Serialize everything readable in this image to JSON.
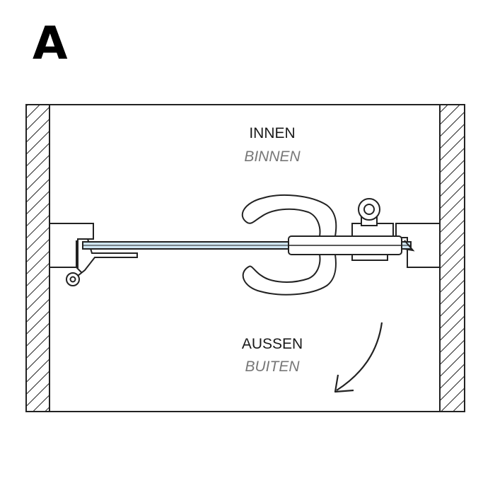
{
  "panel_label": "A",
  "inside": {
    "primary": "INNEN",
    "secondary": "BINNEN"
  },
  "outside": {
    "primary": "AUSSEN",
    "secondary": "BUITEN"
  },
  "colors": {
    "outline": "#222222",
    "glass": "#cfe6f3",
    "secondary_text": "#777777"
  }
}
